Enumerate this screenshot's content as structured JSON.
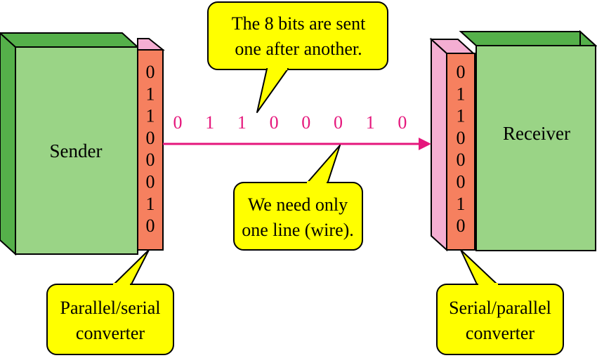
{
  "sender": {
    "label": "Sender",
    "converter_bits": [
      "0",
      "1",
      "1",
      "0",
      "0",
      "0",
      "1",
      "0"
    ]
  },
  "receiver": {
    "label": "Receiver",
    "converter_bits": [
      "0",
      "1",
      "1",
      "0",
      "0",
      "0",
      "1",
      "0"
    ]
  },
  "line_bits": [
    "0",
    "1",
    "1",
    "0",
    "0",
    "0",
    "1",
    "0"
  ],
  "callouts": {
    "top": [
      "The 8 bits are sent",
      "one after another."
    ],
    "middle": [
      "We need only",
      "one line (wire)."
    ],
    "left_bottom": [
      "Parallel/serial",
      "converter"
    ],
    "right_bottom": [
      "Serial/parallel",
      "converter"
    ]
  },
  "colors": {
    "box_green": "#9ad486",
    "box_green_dark": "#55b04a",
    "converter_orange": "#f6805f",
    "converter_pink": "#f4aed2",
    "line_magenta": "#e5177c",
    "callout_yellow": "#ffff00"
  }
}
